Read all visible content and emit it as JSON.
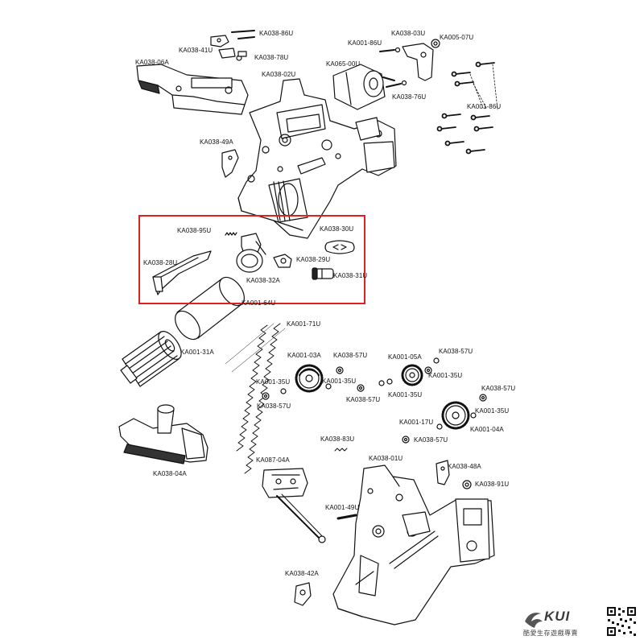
{
  "labels": [
    {
      "id": "ka038-86u",
      "text": "KA038-86U"
    },
    {
      "id": "ka038-41u",
      "text": "KA038-41U"
    },
    {
      "id": "ka038-78u",
      "text": "KA038-78U"
    },
    {
      "id": "ka038-06a",
      "text": "KA038-06A"
    },
    {
      "id": "ka038-02u",
      "text": "KA038-02U"
    },
    {
      "id": "ka001-86u-top",
      "text": "KA001-86U"
    },
    {
      "id": "ka038-03u",
      "text": "KA038-03U"
    },
    {
      "id": "ka005-07u",
      "text": "KA005-07U"
    },
    {
      "id": "ka065-00u",
      "text": "KA065-00U"
    },
    {
      "id": "ka038-76u",
      "text": "KA038-76U"
    },
    {
      "id": "ka001-86u-right",
      "text": "KA001-86U"
    },
    {
      "id": "ka038-49a",
      "text": "KA038-49A"
    },
    {
      "id": "ka038-95u",
      "text": "KA038-95U"
    },
    {
      "id": "ka038-30u",
      "text": "KA038-30U"
    },
    {
      "id": "ka038-28u",
      "text": "KA038-28U"
    },
    {
      "id": "ka038-29u",
      "text": "KA038-29U"
    },
    {
      "id": "ka038-32a",
      "text": "KA038-32A"
    },
    {
      "id": "ka038-31u",
      "text": "KA038-31U"
    },
    {
      "id": "ka001-71u",
      "text": "KA001-71U"
    },
    {
      "id": "ka001-31a",
      "text": "KA001-31A"
    },
    {
      "id": "ka001-03a",
      "text": "KA001-03A"
    },
    {
      "id": "ka038-57u-a",
      "text": "KA038-57U"
    },
    {
      "id": "ka001-05a",
      "text": "KA001-05A"
    },
    {
      "id": "ka038-57u-b",
      "text": "KA038-57U"
    },
    {
      "id": "ka001-35u-a",
      "text": "KA001-35U"
    },
    {
      "id": "ka001-35u-b",
      "text": "KA001-35U"
    },
    {
      "id": "ka001-35u-c",
      "text": "KA001-35U"
    },
    {
      "id": "ka038-57u-c",
      "text": "KA038-57U"
    },
    {
      "id": "ka001-35u-d",
      "text": "KA001-35U"
    },
    {
      "id": "ka038-57u-d",
      "text": "KA038-57U"
    },
    {
      "id": "ka038-57u-e",
      "text": "KA038-57U"
    },
    {
      "id": "ka001-35u-e",
      "text": "KA001-35U"
    },
    {
      "id": "ka001-17u",
      "text": "KA001-17U"
    },
    {
      "id": "ka001-04a",
      "text": "KA001-04A"
    },
    {
      "id": "ka038-57u-f",
      "text": "KA038-57U"
    },
    {
      "id": "ka038-83u",
      "text": "KA038-83U"
    },
    {
      "id": "ka038-04a",
      "text": "KA038-04A"
    },
    {
      "id": "ka087-04a",
      "text": "KA087-04A"
    },
    {
      "id": "ka038-01u",
      "text": "KA038-01U"
    },
    {
      "id": "ka038-48a",
      "text": "KA038-48A"
    },
    {
      "id": "ka038-91u",
      "text": "KA038-91U"
    },
    {
      "id": "ka001-49u",
      "text": "KA001-49U"
    },
    {
      "id": "ka038-42a",
      "text": "KA038-42A"
    },
    {
      "id": "ka001-64u",
      "text": "KA001-64U"
    }
  ],
  "highlight": {
    "color": "#e02020"
  },
  "brand": {
    "name": "KUI",
    "tagline": "酷愛生存遊戲專賣"
  }
}
